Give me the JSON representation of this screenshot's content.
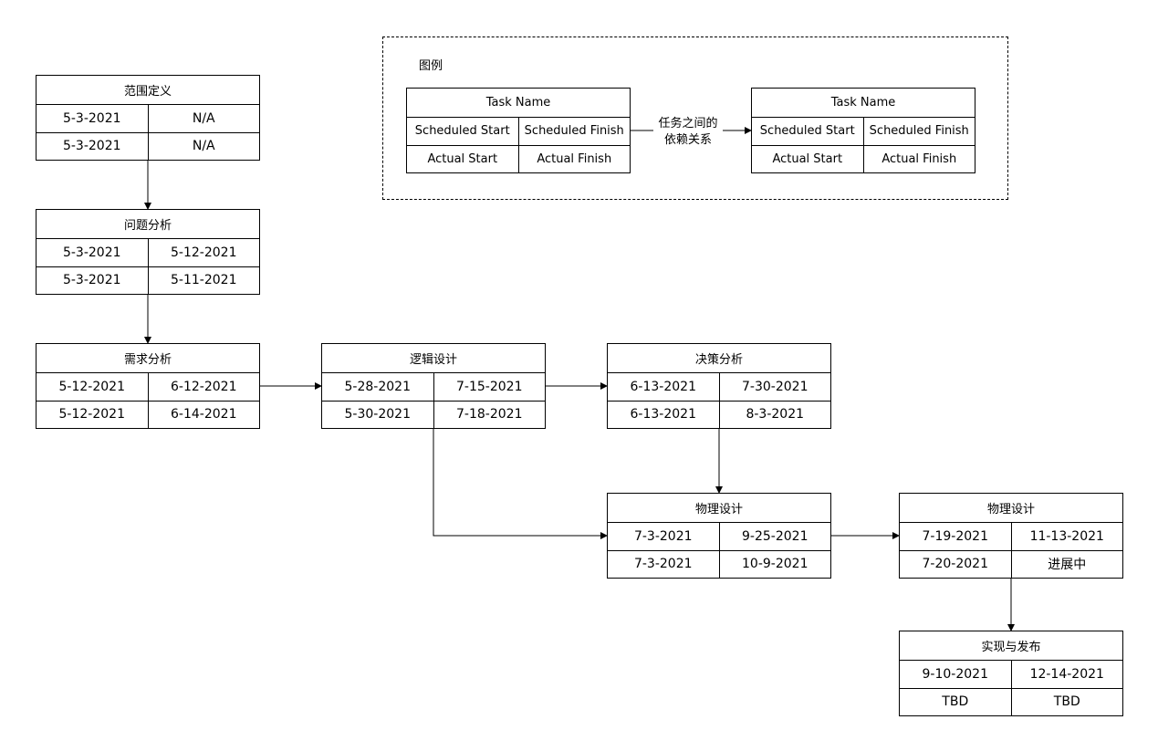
{
  "legend": {
    "title": "图例",
    "relation_label_line1": "任务之间的",
    "relation_label_line2": "依赖关系",
    "left_node": {
      "task": "Task Name",
      "scheduled_start": "Scheduled Start",
      "scheduled_finish": "Scheduled Finish",
      "actual_start": "Actual Start",
      "actual_finish": "Actual Finish"
    },
    "right_node": {
      "task": "Task Name",
      "scheduled_start": "Scheduled Start",
      "scheduled_finish": "Scheduled Finish",
      "actual_start": "Actual Start",
      "actual_finish": "Actual Finish"
    }
  },
  "tasks": {
    "scope": {
      "task": "范围定义",
      "scheduled_start": "5-3-2021",
      "scheduled_finish": "N/A",
      "actual_start": "5-3-2021",
      "actual_finish": "N/A"
    },
    "problem": {
      "task": "问题分析",
      "scheduled_start": "5-3-2021",
      "scheduled_finish": "5-12-2021",
      "actual_start": "5-3-2021",
      "actual_finish": "5-11-2021"
    },
    "requirements": {
      "task": "需求分析",
      "scheduled_start": "5-12-2021",
      "scheduled_finish": "6-12-2021",
      "actual_start": "5-12-2021",
      "actual_finish": "6-14-2021"
    },
    "logical": {
      "task": "逻辑设计",
      "scheduled_start": "5-28-2021",
      "scheduled_finish": "7-15-2021",
      "actual_start": "5-30-2021",
      "actual_finish": "7-18-2021"
    },
    "decision": {
      "task": "决策分析",
      "scheduled_start": "6-13-2021",
      "scheduled_finish": "7-30-2021",
      "actual_start": "6-13-2021",
      "actual_finish": "8-3-2021"
    },
    "physical1": {
      "task": "物理设计",
      "scheduled_start": "7-3-2021",
      "scheduled_finish": "9-25-2021",
      "actual_start": "7-3-2021",
      "actual_finish": "10-9-2021"
    },
    "physical2": {
      "task": "物理设计",
      "scheduled_start": "7-19-2021",
      "scheduled_finish": "11-13-2021",
      "actual_start": "7-20-2021",
      "actual_finish": "进展中"
    },
    "release": {
      "task": "实现与发布",
      "scheduled_start": "9-10-2021",
      "scheduled_finish": "12-14-2021",
      "actual_start": "TBD",
      "actual_finish": "TBD"
    }
  }
}
